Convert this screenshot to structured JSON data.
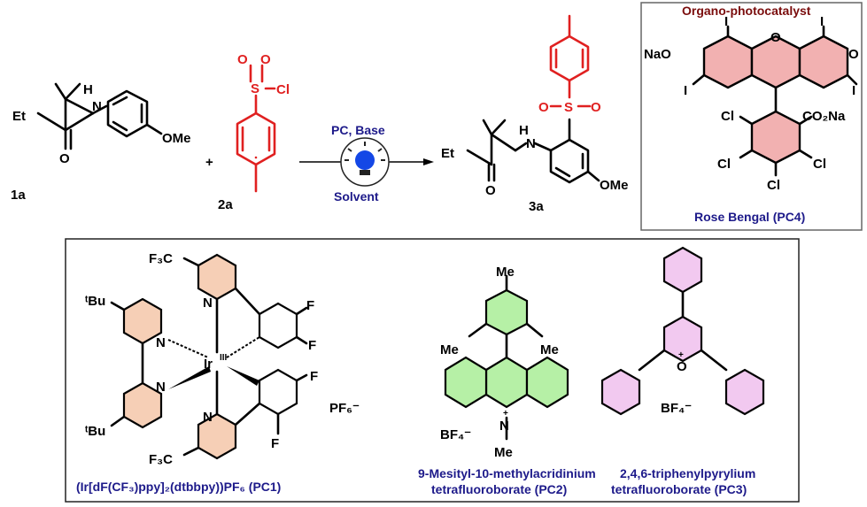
{
  "colors": {
    "label_blue": "#1d1a8a",
    "label_darkred": "#7a0c0c",
    "sulfonyl_red": "#e02020",
    "pyridine_fill": "#f6cfb6",
    "acridinium_fill": "#b6f0a6",
    "pyrylium_fill": "#f2c9f0",
    "rose_bengal_fill": "#f2b1b1",
    "light_blue": "#1447e6"
  },
  "reaction": {
    "compound_1a": "1a",
    "compound_2a": "2a",
    "compound_3a": "3a",
    "plus": "+",
    "conditions_top": "PC, Base",
    "conditions_bottom": "Solvent",
    "atoms": {
      "et": "Et",
      "h": "H",
      "n": "N",
      "o": "O",
      "ome": "OMe",
      "s": "S",
      "cl": "Cl"
    }
  },
  "rose_bengal": {
    "header": "Organo-photocatalyst",
    "caption": "Rose Bengal (PC4)",
    "atoms": {
      "nao": "NaO",
      "i": "I",
      "o": "O",
      "cl": "Cl",
      "co2na": "CO₂Na"
    }
  },
  "pc1": {
    "caption": "(Ir[dF(CF₃)ppy]₂(dtbbpy))PF₆ (PC1)",
    "metal": "Ir",
    "metal_ox": "III",
    "cf3": "F₃C",
    "tbu": "ᵗBu",
    "f": "F",
    "n": "N",
    "counterion": "PF₆⁻"
  },
  "pc2": {
    "caption_line1": "9-Mesityl-10-methylacridinium",
    "caption_line2": "tetrafluoroborate (PC2)",
    "me": "Me",
    "n": "N",
    "plus": "+",
    "counterion": "BF₄⁻"
  },
  "pc3": {
    "caption_line1": "2,4,6-triphenylpyrylium",
    "caption_line2": "tetrafluoroborate (PC3)",
    "o": "O",
    "plus": "+",
    "counterion": "BF₄⁻"
  }
}
